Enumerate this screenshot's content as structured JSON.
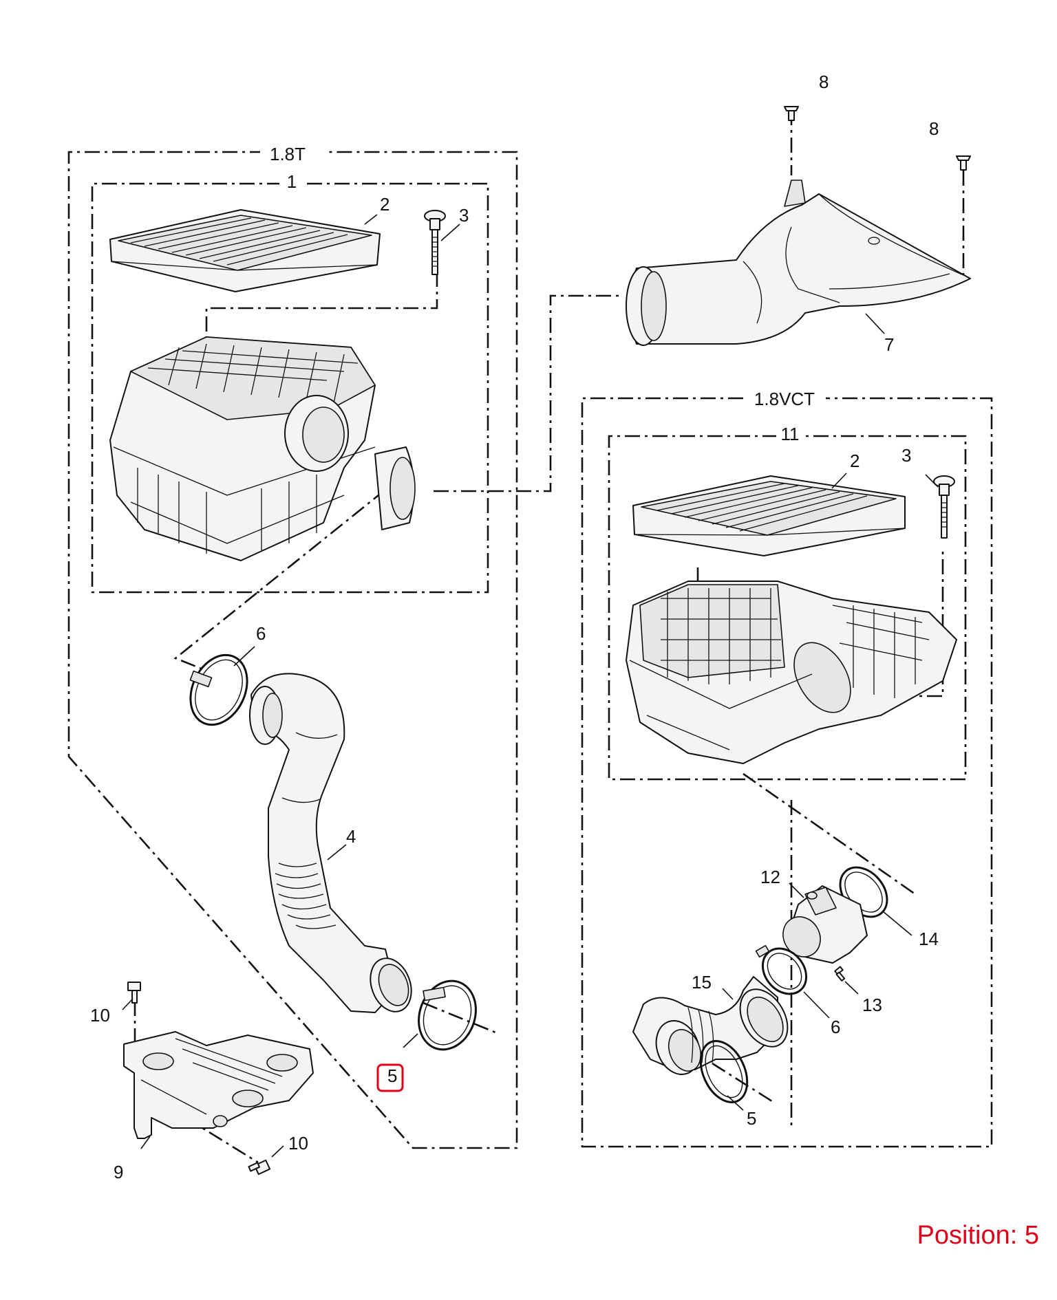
{
  "groups": {
    "turbo": "1.8T",
    "turbo_box": "1",
    "vct": "1.8VCT",
    "vct_box": "11"
  },
  "callouts": {
    "p2a": "2",
    "p3a": "3",
    "p8a": "8",
    "p8b": "8",
    "p7": "7",
    "p2b": "2",
    "p3b": "3",
    "p6a": "6",
    "p4": "4",
    "p5a": "5",
    "p10a": "10",
    "p10b": "10",
    "p9": "9",
    "p12": "12",
    "p14": "14",
    "p13": "13",
    "p6b": "6",
    "p15": "15",
    "p5b": "5"
  },
  "highlight": {
    "part": "5",
    "color": "#e0001a"
  },
  "position_label": "Position: 5"
}
